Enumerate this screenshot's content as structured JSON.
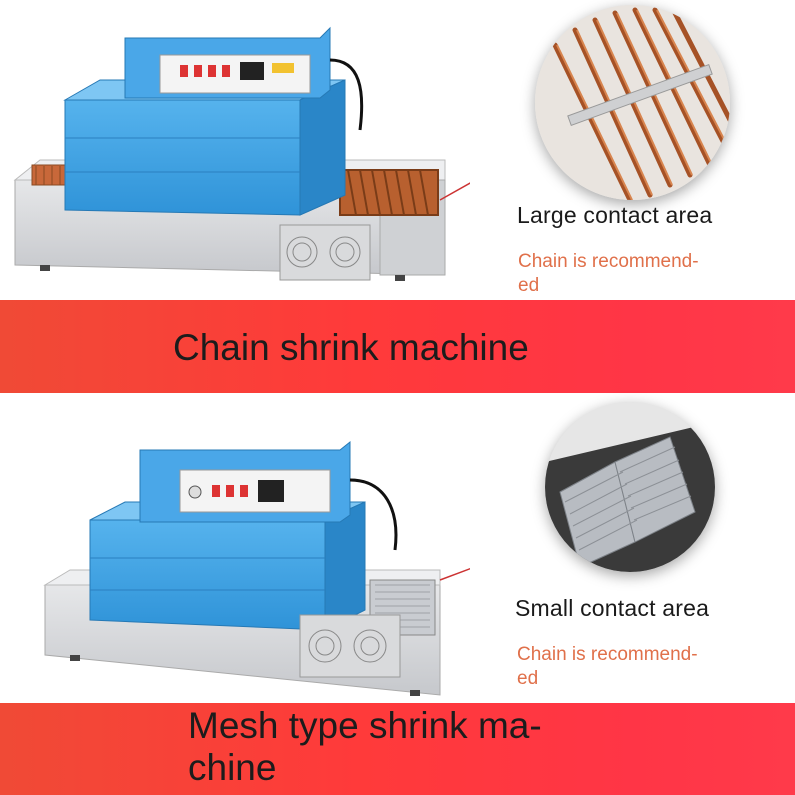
{
  "sections": [
    {
      "title": "Chain shrink machine",
      "feature": "Large contact area",
      "note_line1": "Chain is recommend-",
      "note_line2": "ed"
    },
    {
      "title_line1": "Mesh type shrink ma-",
      "title_line2": "chine",
      "feature": "Small contact area",
      "note_line1": "Chain is recommend-",
      "note_line2": "ed"
    }
  ],
  "colors": {
    "band": "#ff3a3a",
    "machine_body": "#3aa0e6",
    "base": "#d8dadd",
    "note": "#e0704a",
    "copper_rod": "#c8683a"
  },
  "icons": [
    "chain-conveyor-zoom",
    "mesh-conveyor-zoom",
    "fan-vent-icon"
  ]
}
